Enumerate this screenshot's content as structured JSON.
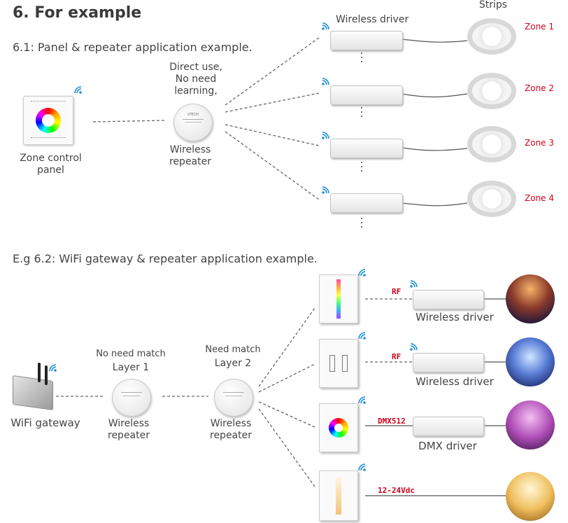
{
  "heading": "6.  For example",
  "section1": {
    "title": "6.1: Panel & repeater application example.",
    "panel_label_line1": "Zone control",
    "panel_label_line2": "panel",
    "repeater_note_line1": "Direct use,",
    "repeater_note_line2": "No need",
    "repeater_note_line3": "learning,",
    "repeater_label_line1": "Wireless",
    "repeater_label_line2": "repeater",
    "driver_label": "Wireless driver",
    "strips_label": "Strips",
    "zones": [
      "Zone 1",
      "Zone 2",
      "Zone 3",
      "Zone 4"
    ],
    "device_brand": "LTECH"
  },
  "section2": {
    "title": "E.g 6.2: WiFi gateway & repeater application example.",
    "gateway_label": "WiFi gateway",
    "repeater1_note_line1": "No need match",
    "repeater1_note_line2": "Layer 1",
    "repeater1_label_line1": "Wireless",
    "repeater1_label_line2": "repeater",
    "repeater2_note_line1": "Need match",
    "repeater2_note_line2": "Layer 2",
    "repeater2_label_line1": "Wireless",
    "repeater2_label_line2": "repeater",
    "outputs": [
      {
        "signal": "RF",
        "device": "Wireless driver"
      },
      {
        "signal": "RF",
        "device": "Wireless driver"
      },
      {
        "signal": "DMX512",
        "device": "DMX driver"
      },
      {
        "signal": "12-24Vdc",
        "device": ""
      }
    ]
  },
  "colors": {
    "zone_red": "#d0021b",
    "wifi_blue": "#1a8fd6",
    "line_gray": "#666666"
  }
}
